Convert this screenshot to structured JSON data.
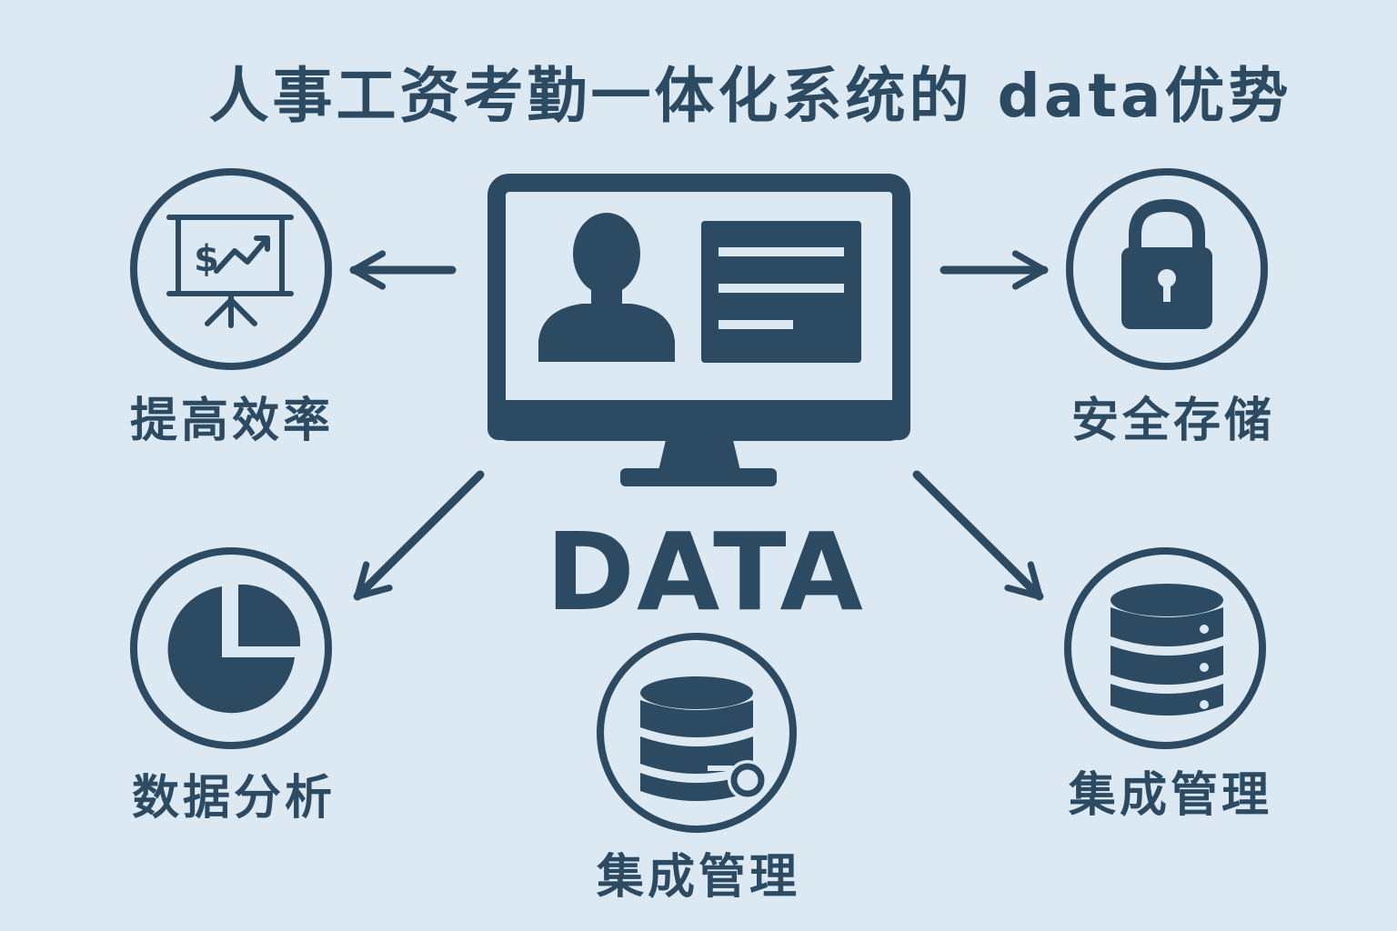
{
  "title": "人事工资考勤一体化系统的 data优势",
  "center_label": "DATA",
  "features": {
    "efficiency": {
      "label": "提高效率",
      "icon": "presentation-chart-icon"
    },
    "security": {
      "label": "安全存储",
      "icon": "padlock-icon"
    },
    "analysis": {
      "label": "数据分析",
      "icon": "pie-chart-icon"
    },
    "integration_center": {
      "label": "集成管理",
      "icon": "database-gear-icon"
    },
    "integration_right": {
      "label": "集成管理",
      "icon": "database-icon"
    }
  },
  "colors": {
    "background": "#dde9f2",
    "primary": "#2c4a62"
  }
}
